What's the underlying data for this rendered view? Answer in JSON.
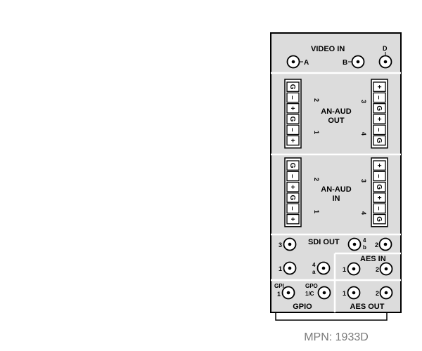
{
  "colors": {
    "panel_bg": "#dcdcdc",
    "border": "#000000",
    "caption": "#7a7a7a"
  },
  "video_in": {
    "title": "VIDEO IN",
    "a_label": "A",
    "b_label": "B",
    "d_label": "D"
  },
  "an_aud_out": {
    "title_line1": "AN-AUD",
    "title_line2": "OUT",
    "left_top_terminals": [
      "G",
      "–",
      "+"
    ],
    "left_bottom_terminals": [
      "G",
      "–",
      "+"
    ],
    "right_top_terminals": [
      "+",
      "–",
      "G"
    ],
    "right_bottom_terminals": [
      "+",
      "–",
      "G"
    ],
    "ch_left_top": "2",
    "ch_left_bottom": "1",
    "ch_right_top": "3",
    "ch_right_bottom": "4"
  },
  "an_aud_in": {
    "title_line1": "AN-AUD",
    "title_line2": "IN",
    "left_top_terminals": [
      "G",
      "–",
      "+"
    ],
    "left_bottom_terminals": [
      "G",
      "–",
      "+"
    ],
    "right_top_terminals": [
      "+",
      "–",
      "G"
    ],
    "right_bottom_terminals": [
      "+",
      "–",
      "G"
    ],
    "ch_left_top": "2",
    "ch_left_bottom": "1",
    "ch_right_top": "3",
    "ch_right_bottom": "4"
  },
  "sdi_out": {
    "title": "SDI OUT",
    "port_3": "3",
    "port_4b_top": "4",
    "port_4b_bottom": "b",
    "port_2": "2",
    "port_1": "1",
    "port_4a_top": "4",
    "port_4a_bottom": "a"
  },
  "aes_in": {
    "title": "AES IN",
    "port_1": "1",
    "port_2": "2"
  },
  "gpio": {
    "title": "GPIO",
    "gpi_label": "GPI",
    "gpi_num": "1",
    "gpo_label": "GPO",
    "gpo_num": "1/C"
  },
  "aes_out": {
    "title": "AES OUT",
    "port_1": "1",
    "port_2": "2"
  },
  "caption": {
    "mpn": "MPN: 1933D"
  }
}
